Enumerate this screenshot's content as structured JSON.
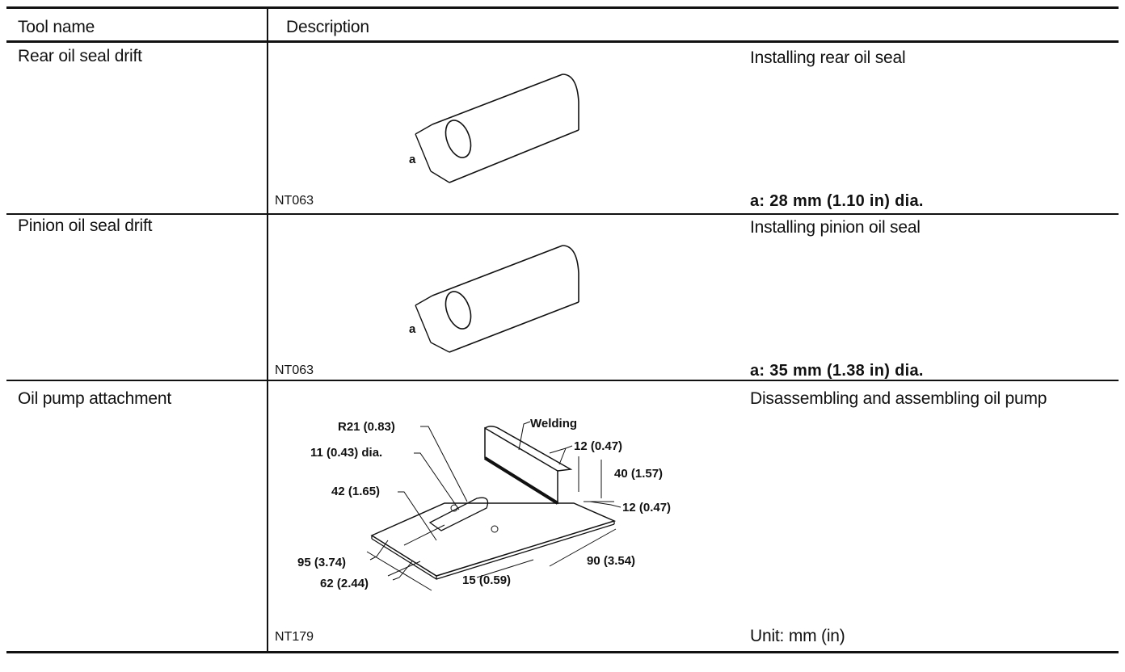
{
  "header": {
    "tool_name": "Tool name",
    "description": "Description"
  },
  "rows": [
    {
      "tool_name": "Rear oil seal drift",
      "purpose": "Installing rear oil seal",
      "code": "NT063",
      "spec": "a: 28 mm (1.10 in) dia.",
      "dim_label": "a"
    },
    {
      "tool_name": "Pinion oil seal drift",
      "purpose": "Installing pinion oil seal",
      "code": "NT063",
      "spec": "a: 35 mm (1.38 in) dia.",
      "dim_label": "a"
    },
    {
      "tool_name": "Oil pump attachment",
      "purpose": "Disassembling and assembling oil pump",
      "code": "NT179",
      "spec": "Unit: mm (in)",
      "dims": {
        "r21": "R21 (0.83)",
        "hole": "11 (0.43) dia.",
        "d42": "42 (1.65)",
        "d95": "95 (3.74)",
        "d62": "62 (2.44)",
        "d15": "15 (0.59)",
        "d90": "90 (3.54)",
        "d12a": "12 (0.47)",
        "d40": "40 (1.57)",
        "d12b": "12 (0.47)",
        "welding": "Welding"
      }
    }
  ]
}
